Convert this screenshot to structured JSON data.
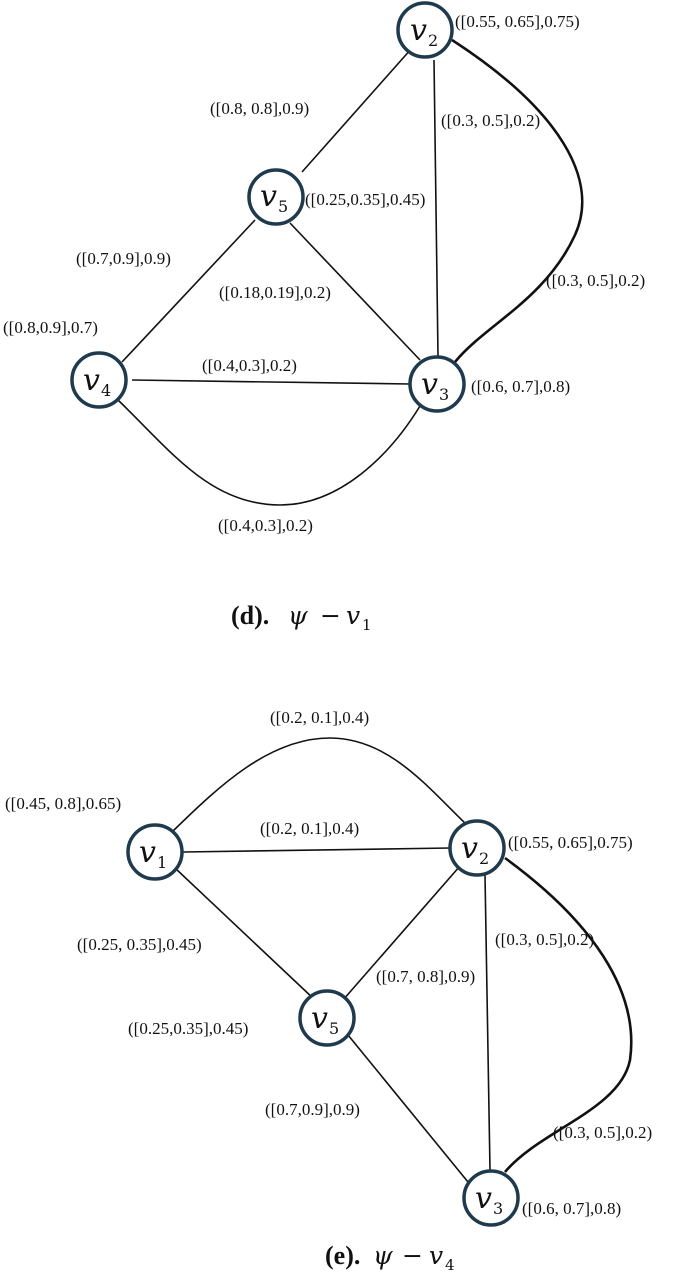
{
  "figures": [
    {
      "id": "d",
      "caption": {
        "prefix": "(d).",
        "symbol": "ψ",
        "minus": "−",
        "removed_letter": "v",
        "removed_index": "1"
      },
      "nodes": [
        {
          "id": "v2",
          "letter": "v",
          "index": "2",
          "label": "([0.55, 0.65],0.75)"
        },
        {
          "id": "v5",
          "letter": "v",
          "index": "5",
          "label": "([0.25,0.35],0.45)"
        },
        {
          "id": "v4",
          "letter": "v",
          "index": "4",
          "label": "([0.8,0.9],0.7)"
        },
        {
          "id": "v3",
          "letter": "v",
          "index": "3",
          "label": "([0.6, 0.7],0.8)"
        }
      ],
      "edges": [
        {
          "from": "v2",
          "to": "v5",
          "label": "([0.8, 0.8],0.9)"
        },
        {
          "from": "v2",
          "to": "v3",
          "label": "([0.3, 0.5],0.2)"
        },
        {
          "from": "v2",
          "to": "v3",
          "label": "([0.3, 0.5],0.2)",
          "style": "curved"
        },
        {
          "from": "v5",
          "to": "v4",
          "label": "([0.7,0.9],0.9)"
        },
        {
          "from": "v5",
          "to": "v3",
          "label": "([0.18,0.19],0.2)"
        },
        {
          "from": "v4",
          "to": "v3",
          "label": "([0.4,0.3],0.2)"
        },
        {
          "from": "v4",
          "to": "v3",
          "label": "([0.4,0.3],0.2)",
          "style": "curved"
        }
      ]
    },
    {
      "id": "e",
      "caption": {
        "prefix": "(e).",
        "symbol": "ψ",
        "minus": "−",
        "removed_letter": "v",
        "removed_index": "4"
      },
      "nodes": [
        {
          "id": "v1",
          "letter": "v",
          "index": "1",
          "label": "([0.45, 0.8],0.65)"
        },
        {
          "id": "v2",
          "letter": "v",
          "index": "2",
          "label": "([0.55, 0.65],0.75)"
        },
        {
          "id": "v5",
          "letter": "v",
          "index": "5",
          "label": "([0.25,0.35],0.45)"
        },
        {
          "id": "v3",
          "letter": "v",
          "index": "3",
          "label": "([0.6, 0.7],0.8)"
        }
      ],
      "edges": [
        {
          "from": "v1",
          "to": "v2",
          "label": "([0.2, 0.1],0.4)",
          "style": "curved"
        },
        {
          "from": "v1",
          "to": "v2",
          "label": "([0.2, 0.1],0.4)"
        },
        {
          "from": "v1",
          "to": "v5",
          "label": "([0.25, 0.35],0.45)"
        },
        {
          "from": "v5",
          "to": "v2",
          "label": "([0.7, 0.8],0.9)"
        },
        {
          "from": "v2",
          "to": "v3",
          "label": "([0.3, 0.5],0.2)"
        },
        {
          "from": "v2",
          "to": "v3",
          "label": "([0.3, 0.5],0.2)",
          "style": "curved"
        },
        {
          "from": "v5",
          "to": "v3",
          "label": "([0.7,0.9],0.9)"
        }
      ]
    }
  ]
}
